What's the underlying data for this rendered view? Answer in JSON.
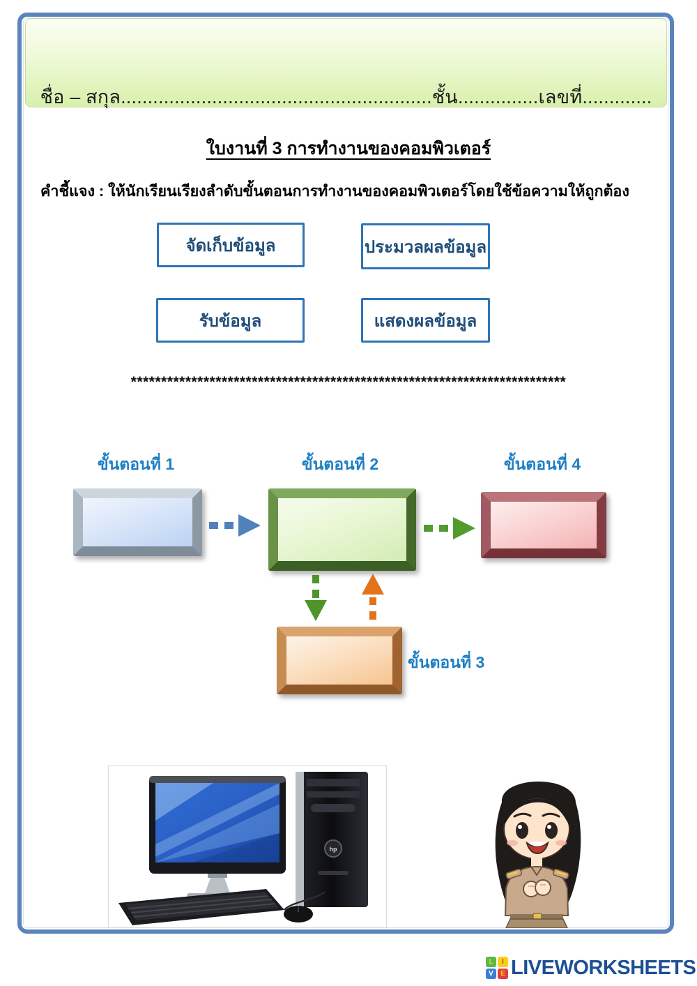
{
  "header": {
    "name_line": "ชื่อ – สกุล..........................................................ชั้น...............เลขที่............."
  },
  "title": "ใบงานที่ 3  การทำงานของคอมพิวเตอร์",
  "instruction": "คำชี้แจง : ให้นักเรียนเรียงลำดับขั้นตอนการทำงานของคอมพิวเตอร์โดยใช้ข้อความให้ถูกต้อง",
  "word_bank": {
    "items": [
      "จัดเก็บข้อมูล",
      "ประมวลผลข้อมูล",
      "รับข้อมูล",
      "แสดงผลข้อมูล"
    ]
  },
  "separator": "************************************************************************",
  "diagram": {
    "labels": {
      "step1": "ขั้นตอนที่ 1",
      "step2": "ขั้นตอนที่ 2",
      "step3": "ขั้นตอนที่ 3",
      "step4": "ขั้นตอนที่ 4"
    }
  },
  "footer": {
    "logo_text": "LIVEWORKSHEETS",
    "logo_tiles": [
      {
        "letter": "L"
      },
      {
        "letter": "I"
      },
      {
        "letter": "V"
      },
      {
        "letter": "E"
      }
    ]
  },
  "colors": {
    "frame_blue": "#5b84bc",
    "header_green": "#d8f0ab",
    "card_border_blue": "#2e75b6",
    "card_text_blue": "#1f4e79",
    "step_label_blue": "#1f7fc4",
    "box_silver": "#8c99a5",
    "box_green": "#44692b",
    "box_red": "#843b41",
    "box_orange": "#a16430",
    "arrow_blue": "#4f81bd",
    "arrow_green": "#529b2e",
    "arrow_orange": "#e2731b",
    "logo_navy": "#1c4f94",
    "logo_green": "#57b947",
    "logo_yellow": "#f7d117",
    "logo_blue": "#3b7fd4",
    "logo_red": "#e23d3d"
  }
}
